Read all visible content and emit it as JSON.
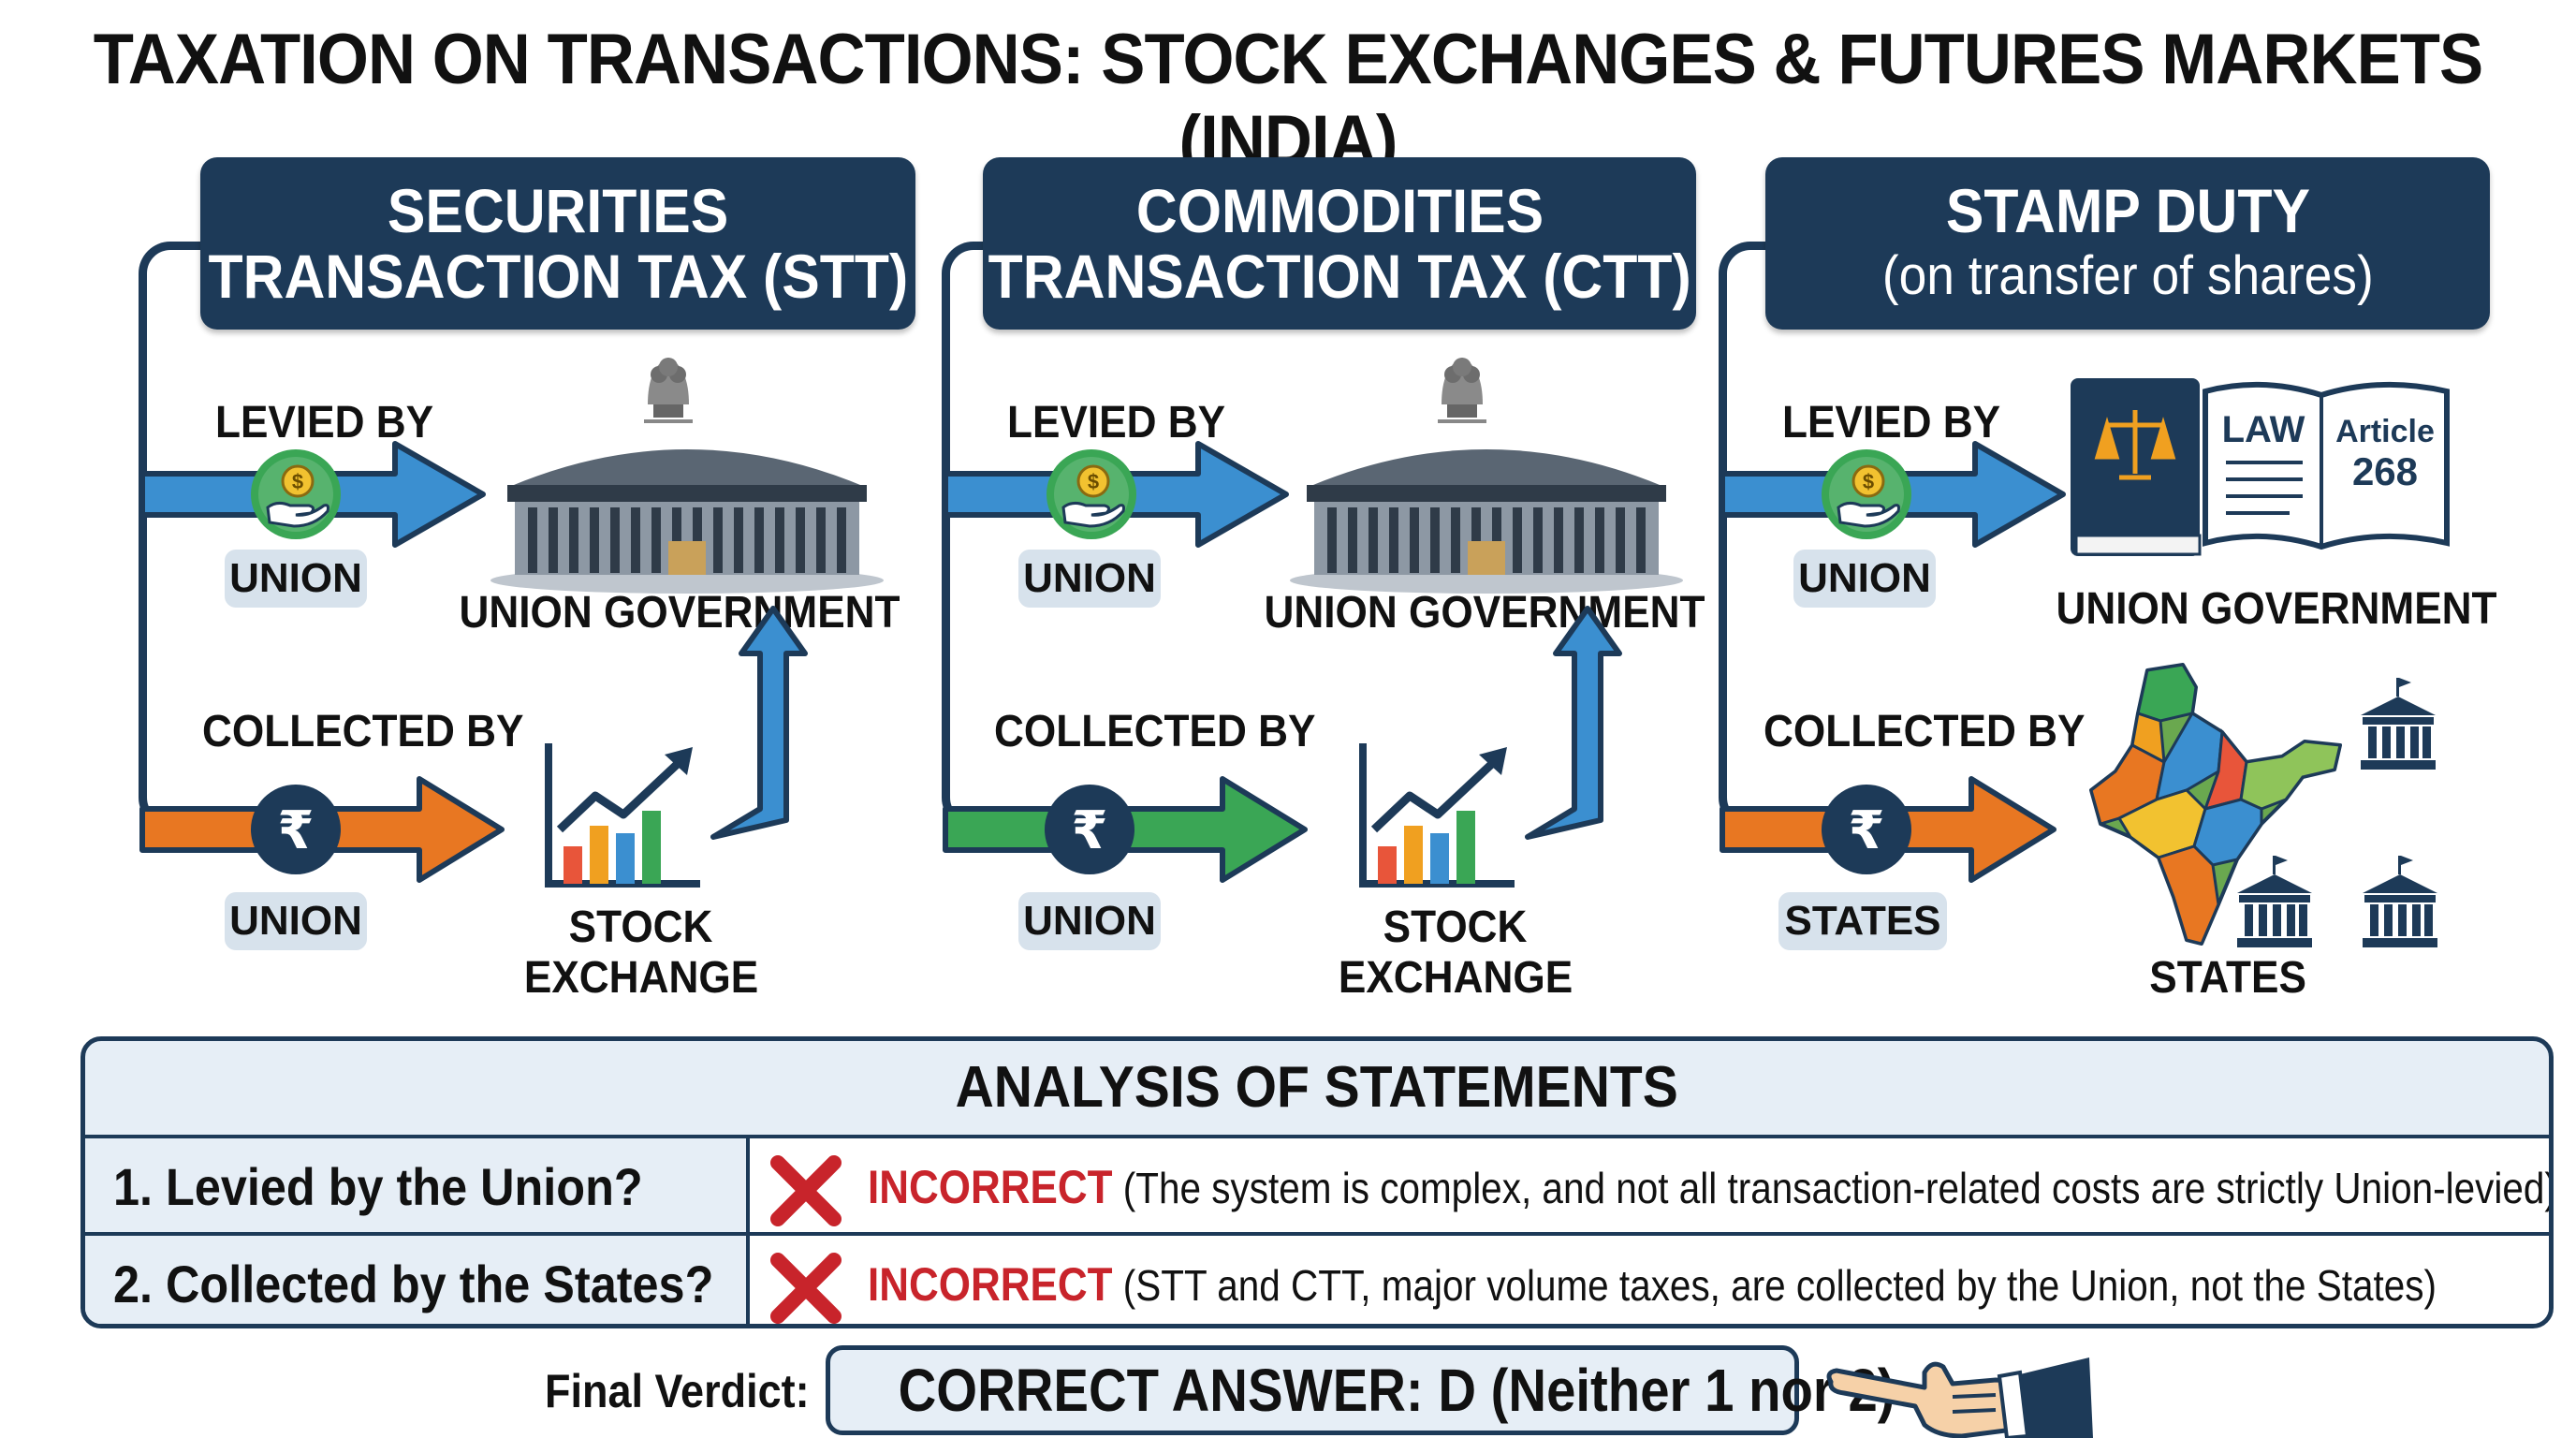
{
  "title": "TAXATION ON TRANSACTIONS: STOCK EXCHANGES & FUTURES MARKETS (INDIA)",
  "columns": [
    {
      "header_line1": "SECURITIES",
      "header_line2": "TRANSACTION TAX (STT)",
      "levied_label": "LEVIED BY",
      "levied_by": "UNION",
      "levied_entity": "UNION GOVERNMENT",
      "collected_label": "COLLECTED BY",
      "collected_by": "UNION",
      "collected_entity_line1": "STOCK",
      "collected_entity_line2": "EXCHANGE",
      "collected_arrow_color": "#e87722"
    },
    {
      "header_line1": "COMMODITIES",
      "header_line2": "TRANSACTION TAX (CTT)",
      "levied_label": "LEVIED BY",
      "levied_by": "UNION",
      "levied_entity": "UNION GOVERNMENT",
      "collected_label": "COLLECTED BY",
      "collected_by": "UNION",
      "collected_entity_line1": "STOCK",
      "collected_entity_line2": "EXCHANGE",
      "collected_arrow_color": "#3aa655"
    },
    {
      "header_line1": "STAMP DUTY",
      "header_line2": "(on transfer of shares)",
      "levied_label": "LEVIED BY",
      "levied_by": "UNION",
      "levied_entity": "UNION GOVERNMENT",
      "collected_label": "COLLECTED BY",
      "collected_by": "STATES",
      "collected_entity_line1": "STATES",
      "law_book_word": "LAW",
      "law_book_article": "Article",
      "law_book_number": "268",
      "collected_arrow_color": "#e87722"
    }
  ],
  "analysis": {
    "title": "ANALYSIS OF STATEMENTS",
    "rows": [
      {
        "question": "1. Levied by the Union?",
        "verdict": "INCORRECT",
        "explanation": "(The system is complex, and not all transaction-related costs are strictly Union-levied)"
      },
      {
        "question": "2. Collected by the States?",
        "verdict": "INCORRECT",
        "explanation": "(STT and CTT, major volume taxes, are collected by the Union, not the States)"
      }
    ]
  },
  "final_verdict_label": "Final Verdict:",
  "final_answer": "CORRECT ANSWER: D (Neither 1 nor 2)",
  "colors": {
    "navy": "#1d3a58",
    "levy_arrow": "#3b8fd0",
    "orange": "#e87722",
    "green": "#3aa655",
    "red": "#c8242b",
    "pill": "#d7e2ec"
  },
  "icons": [
    "hand-coin-icon",
    "rupee-icon",
    "parliament-icon",
    "emblem-icon",
    "growth-chart-icon",
    "law-book-icon",
    "india-map-icon",
    "state-building-icon",
    "cross-icon",
    "pointing-hand-icon"
  ]
}
